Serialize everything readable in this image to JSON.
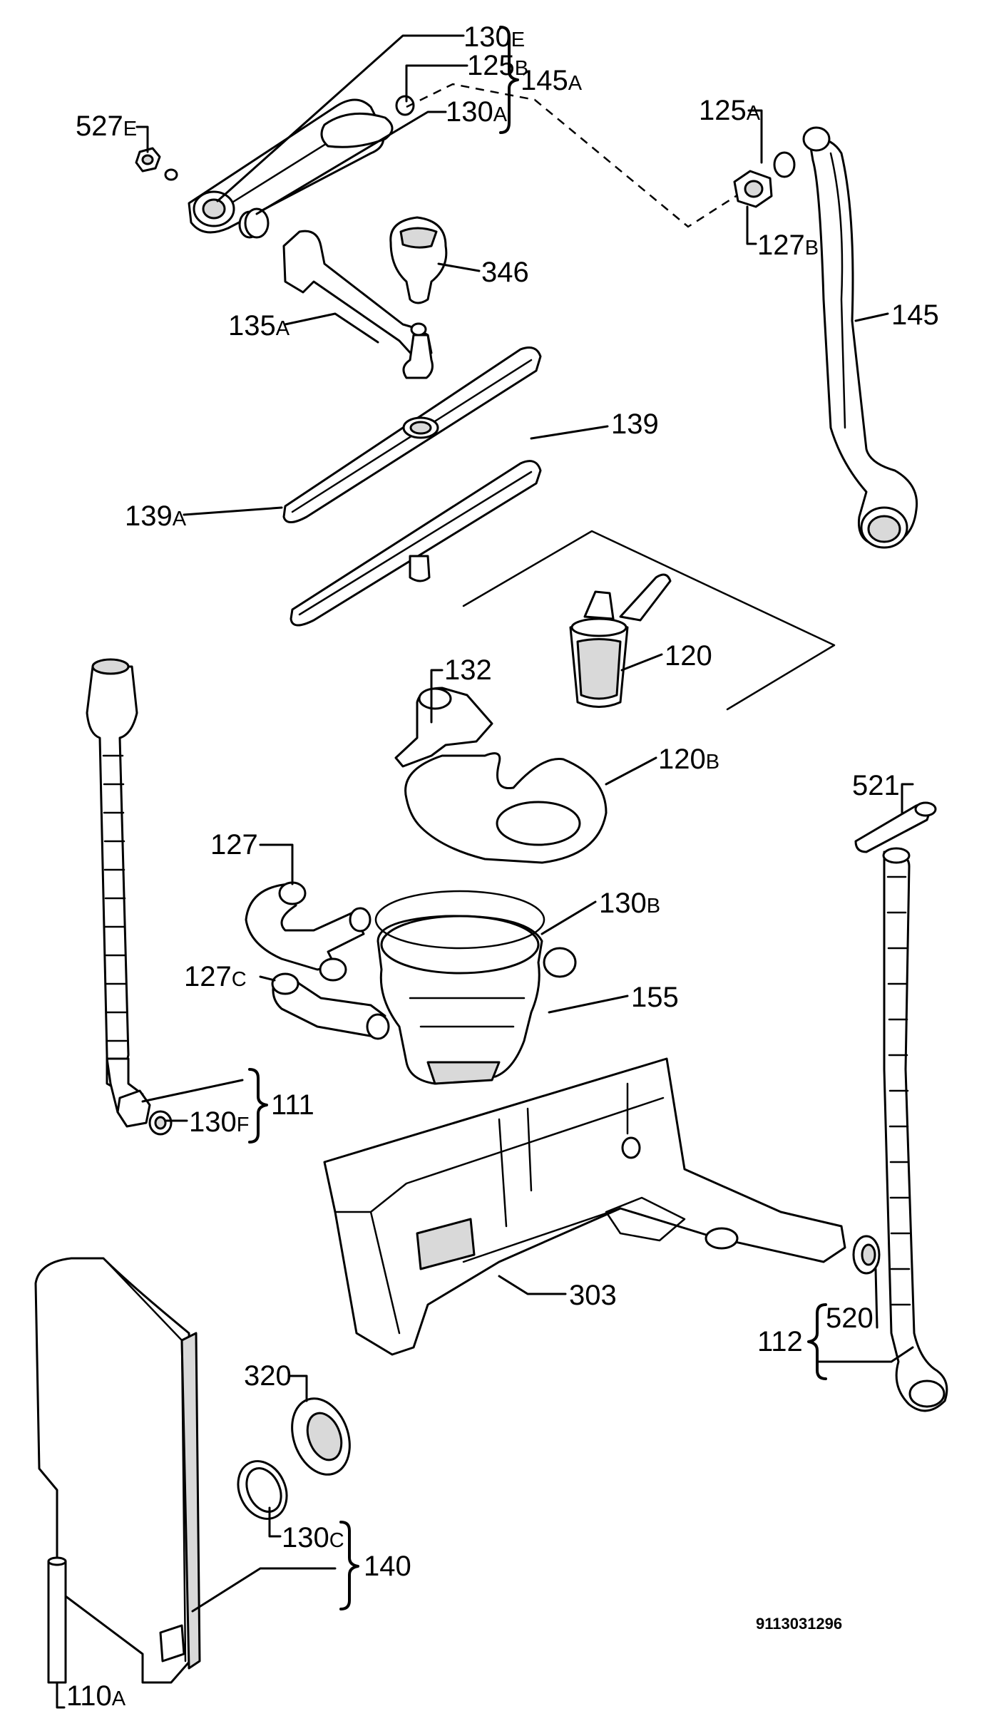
{
  "labels": [
    {
      "id": "130e",
      "num": "130",
      "suffix": "E"
    },
    {
      "id": "125b",
      "num": "125",
      "suffix": "B"
    },
    {
      "id": "145a",
      "num": "145",
      "suffix": "A"
    },
    {
      "id": "130a",
      "num": "130",
      "suffix": "A"
    },
    {
      "id": "527e",
      "num": "527",
      "suffix": "E"
    },
    {
      "id": "125a",
      "num": "125",
      "suffix": "A"
    },
    {
      "id": "127b",
      "num": "127",
      "suffix": "B"
    },
    {
      "id": "346",
      "num": "346",
      "suffix": ""
    },
    {
      "id": "145",
      "num": "145",
      "suffix": ""
    },
    {
      "id": "135a",
      "num": "135",
      "suffix": "A"
    },
    {
      "id": "139",
      "num": "139",
      "suffix": ""
    },
    {
      "id": "139a",
      "num": "139",
      "suffix": "A"
    },
    {
      "id": "132",
      "num": "132",
      "suffix": ""
    },
    {
      "id": "120",
      "num": "120",
      "suffix": ""
    },
    {
      "id": "120b",
      "num": "120",
      "suffix": "B"
    },
    {
      "id": "521",
      "num": "521",
      "suffix": ""
    },
    {
      "id": "127",
      "num": "127",
      "suffix": ""
    },
    {
      "id": "130b",
      "num": "130",
      "suffix": "B"
    },
    {
      "id": "127c",
      "num": "127",
      "suffix": "C"
    },
    {
      "id": "155",
      "num": "155",
      "suffix": ""
    },
    {
      "id": "130f",
      "num": "130",
      "suffix": "F"
    },
    {
      "id": "111",
      "num": "111",
      "suffix": ""
    },
    {
      "id": "303",
      "num": "303",
      "suffix": ""
    },
    {
      "id": "520",
      "num": "520",
      "suffix": ""
    },
    {
      "id": "112",
      "num": "112",
      "suffix": ""
    },
    {
      "id": "320",
      "num": "320",
      "suffix": ""
    },
    {
      "id": "130c",
      "num": "130",
      "suffix": "C"
    },
    {
      "id": "140",
      "num": "140",
      "suffix": ""
    },
    {
      "id": "110a",
      "num": "110",
      "suffix": "A"
    }
  ],
  "drawing_code": "9113031296"
}
